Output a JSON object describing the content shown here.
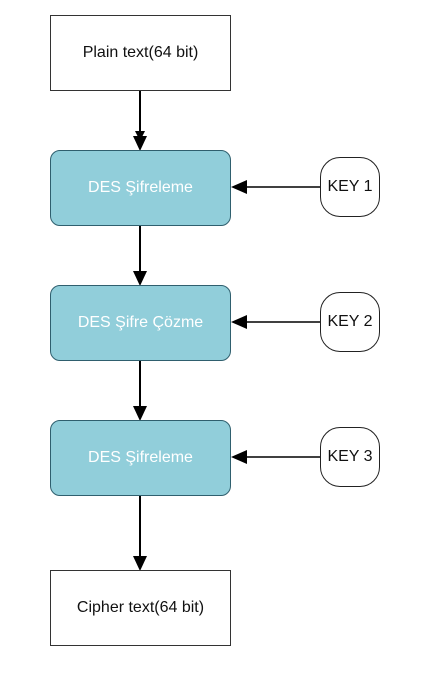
{
  "nodes": {
    "input": {
      "label": "Plain text(64 bit)"
    },
    "stage1": {
      "label": "DES Şifreleme"
    },
    "stage2": {
      "label": "DES Şifre Çözme"
    },
    "stage3": {
      "label": "DES Şifreleme"
    },
    "output": {
      "label": "Cipher text(64 bit)"
    },
    "key1": {
      "label": "KEY 1"
    },
    "key2": {
      "label": "KEY 2"
    },
    "key3": {
      "label": "KEY 3"
    }
  },
  "colors": {
    "stage_fill": "#91ceda",
    "stage_border": "#2f5f6e",
    "stage_text": "#ffffff",
    "plain_border": "#333333",
    "arrow": "#000000"
  }
}
